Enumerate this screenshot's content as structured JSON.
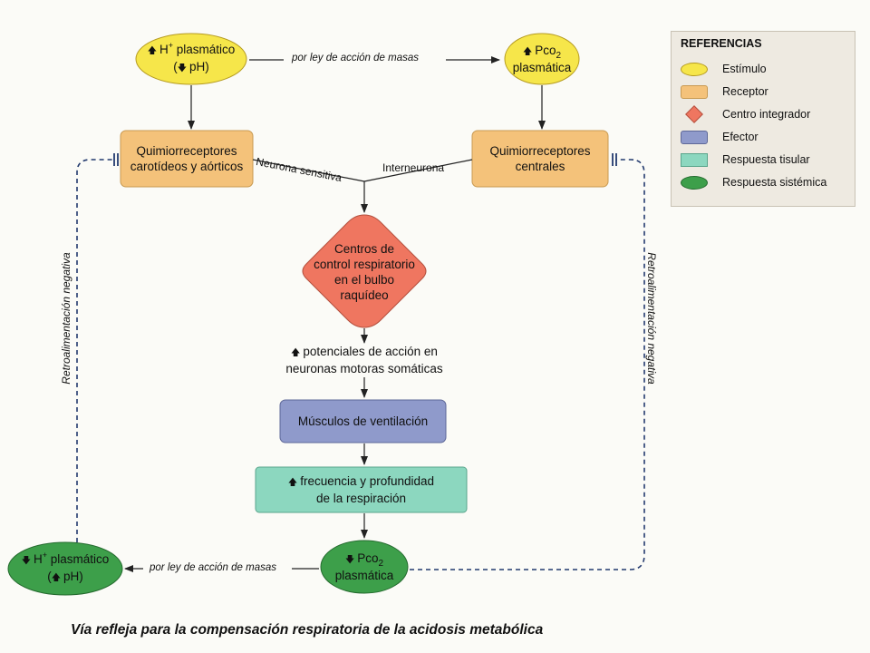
{
  "diagram": {
    "caption": "Vía refleja para la compensación respiratoria de la acidosis metabólica",
    "nodes": {
      "h_plasma_top": {
        "line1": "H",
        "sup": "+",
        "line1_rest": " plasmático",
        "line2": "pH"
      },
      "pco2_top": {
        "line1": "Pco",
        "sub": "2",
        "line2": "plasmática"
      },
      "carotid": {
        "line1": "Quimiorreceptores",
        "line2": "carotídeos y aórticos"
      },
      "central": {
        "line1": "Quimiorreceptores",
        "line2": "centrales"
      },
      "bulbo": {
        "line1": "Centros de",
        "line2": "control respiratorio",
        "line3": "en el bulbo",
        "line4": "raquídeo"
      },
      "potenciales": {
        "line1": "potenciales de acción en",
        "line2": "neuronas motoras somáticas"
      },
      "musculos": {
        "line1": "Músculos de ventilación"
      },
      "frecuencia": {
        "line1": "frecuencia y profundidad",
        "line2": "de la respiración"
      },
      "pco2_bottom": {
        "line1": "Pco",
        "sub": "2",
        "line2": "plasmática"
      },
      "h_plasma_bottom": {
        "line1": "H",
        "sup": "+",
        "line1_rest": " plasmático",
        "line2": "pH"
      }
    },
    "edge_labels": {
      "mass_action_top": "por ley de acción de masas",
      "mass_action_bottom": "por ley de acción de masas",
      "sensory": "Neurona sensitiva",
      "interneuron": "Interneurona",
      "feedback_left": "Retroalimentación negativa",
      "feedback_right": "Retroalimentación negativa"
    },
    "arrows": {
      "up": "🡅",
      "down": "🡇"
    }
  },
  "legend": {
    "title": "REFERENCIAS",
    "items": [
      {
        "label": "Estímulo",
        "color": "#f6e64a"
      },
      {
        "label": "Receptor",
        "color": "#f4c27a"
      },
      {
        "label": "Centro integrador",
        "color": "#ef7660"
      },
      {
        "label": "Efector",
        "color": "#8f9acb"
      },
      {
        "label": "Respuesta tisular",
        "color": "#8cd7bf"
      },
      {
        "label": "Respuesta sistémica",
        "color": "#3d9f4a"
      }
    ]
  },
  "colors": {
    "stimulus": "#f6e64a",
    "receptor": "#f4c27a",
    "integrator": "#ef7660",
    "effector": "#8f9acb",
    "tissue": "#8cd7bf",
    "systemic": "#3d9f4a",
    "dashed": "#233a6e"
  }
}
